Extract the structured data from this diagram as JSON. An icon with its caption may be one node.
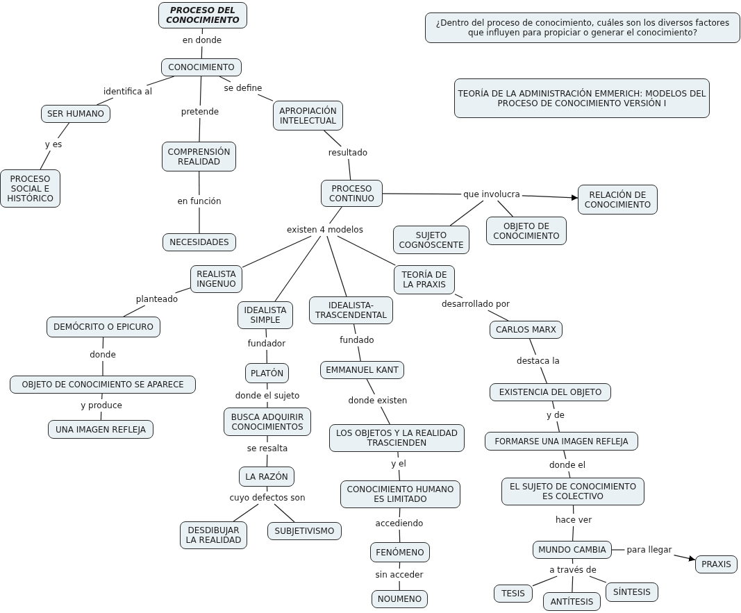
{
  "diagram": {
    "nodes": [
      {
        "text": [
          "PROCESO DEL CONOCIMIENTO"
        ]
      },
      {
        "text": [
          "en donde"
        ]
      },
      {
        "text": [
          "CONOCIMIENTO"
        ]
      },
      {
        "text": [
          "identifica al"
        ]
      },
      {
        "text": [
          "se define"
        ]
      },
      {
        "text": [
          "pretende"
        ]
      },
      {
        "text": [
          "SER HUMANO"
        ]
      },
      {
        "text": [
          "APROPIACIÓN INTELECTUAL"
        ]
      },
      {
        "text": [
          "y es"
        ]
      },
      {
        "text": [
          "COMPRENSIÓN REALIDAD"
        ]
      },
      {
        "text": [
          "resultado"
        ]
      },
      {
        "text": [
          "PROCESO SOCIAL E HISTÓRICO"
        ]
      },
      {
        "text": [
          "PROCESO CONTINUO"
        ]
      },
      {
        "text": [
          "en función"
        ]
      },
      {
        "text": [
          "que involucra"
        ]
      },
      {
        "text": [
          "RELACIÓN DE CONOCIMIENTO"
        ]
      },
      {
        "text": [
          "existen 4 modelos"
        ]
      },
      {
        "text": [
          "SUJETO COGNOSCENTE"
        ]
      },
      {
        "text": [
          "OBJETO DE CONOCIMIENTO"
        ]
      },
      {
        "text": [
          "NECESIDADES"
        ]
      },
      {
        "text": [
          "REALISTA INGENUO"
        ]
      },
      {
        "text": [
          "TEORÍA DE LA PRAXIS"
        ]
      },
      {
        "text": [
          "planteado"
        ]
      },
      {
        "text": [
          "IDEALISTA SIMPLE"
        ]
      },
      {
        "text": [
          "IDEALISTA- TRASCENDENTAL"
        ]
      },
      {
        "text": [
          "desarrollado por"
        ]
      },
      {
        "text": [
          "DEMÓCRITO O EPICURO"
        ]
      },
      {
        "text": [
          "CARLOS MARX"
        ]
      },
      {
        "text": [
          "fundador"
        ]
      },
      {
        "text": [
          "fundado"
        ]
      },
      {
        "text": [
          "donde"
        ]
      },
      {
        "text": [
          "destaca la"
        ]
      },
      {
        "text": [
          "PLATÓN"
        ]
      },
      {
        "text": [
          "EMMANUEL KANT"
        ]
      },
      {
        "text": [
          "OBJETO DE CONOCIMIENTO SE APARECE"
        ]
      },
      {
        "text": [
          "EXISTENCIA DEL OBJETO"
        ]
      },
      {
        "text": [
          "donde el sujeto"
        ]
      },
      {
        "text": [
          "donde existen"
        ]
      },
      {
        "text": [
          "y produce"
        ]
      },
      {
        "text": [
          "BUSCA ADQUIRIR CONOCIMIENTOS"
        ]
      },
      {
        "text": [
          "y de"
        ]
      },
      {
        "text": [
          "LOS OBJETOS Y LA REALIDAD TRASCIENDEN"
        ]
      },
      {
        "text": [
          "UNA IMAGEN REFLEJA"
        ]
      },
      {
        "text": [
          "FORMARSE UNA IMAGEN REFLEJA"
        ]
      },
      {
        "text": [
          "se resalta"
        ]
      },
      {
        "text": [
          "y el"
        ]
      },
      {
        "text": [
          "donde el"
        ]
      },
      {
        "text": [
          "LA RAZÓN"
        ]
      },
      {
        "text": [
          "CONOCIMIENTO HUMANO ES LIMITADO"
        ]
      },
      {
        "text": [
          "EL SUJETO DE CONOCIMIENTO ES COLECTIVO"
        ]
      },
      {
        "text": [
          "cuyo defectos son"
        ]
      },
      {
        "text": [
          "DESDIBUJAR LA REALIDAD"
        ]
      },
      {
        "text": [
          "SUBJETIVISMO"
        ]
      },
      {
        "text": [
          "accediendo"
        ]
      },
      {
        "text": [
          "hace ver"
        ]
      },
      {
        "text": [
          "MUNDO CAMBIA"
        ]
      },
      {
        "text": [
          "para llegar"
        ]
      },
      {
        "text": [
          "FENÓMENO"
        ]
      },
      {
        "text": [
          "PRAXIS"
        ]
      },
      {
        "text": [
          "a través de"
        ]
      },
      {
        "text": [
          "sin acceder"
        ]
      },
      {
        "text": [
          "TESIS"
        ]
      },
      {
        "text": [
          "SÍNTESIS"
        ]
      },
      {
        "text": [
          "ANTÍTESIS"
        ]
      },
      {
        "text": [
          "NOUMENO"
        ]
      },
      {
        "text": [
          "¿Dentro del proceso de conocimiento, cuáles son los diversos factores que influyen para propiciar o generar el conocimiento?"
        ]
      },
      {
        "text": [
          "TEORÍA DE LA ADMINISTRACIÓN EMMERICH: MODELOS DEL PROCESO DE CONOCIMIENTO VERSIÓN I"
        ]
      }
    ],
    "edges": [
      {
        "from": 0,
        "to": 1,
        "arrow": "none"
      },
      {
        "from": 1,
        "to": 2,
        "arrow": "none"
      },
      {
        "from": 2,
        "to": 3,
        "arrow": "none"
      },
      {
        "from": 3,
        "to": 6,
        "arrow": "none"
      },
      {
        "from": 2,
        "to": 5,
        "arrow": "none"
      },
      {
        "from": 5,
        "to": 9,
        "arrow": "none"
      },
      {
        "from": 2,
        "to": 4,
        "arrow": "none"
      },
      {
        "from": 4,
        "to": 7,
        "arrow": "none"
      },
      {
        "from": 6,
        "to": 8,
        "arrow": "none"
      },
      {
        "from": 8,
        "to": 11,
        "arrow": "none"
      },
      {
        "from": 9,
        "to": 13,
        "arrow": "none"
      },
      {
        "from": 13,
        "to": 19,
        "arrow": "none"
      },
      {
        "from": 7,
        "to": 10,
        "arrow": "none"
      },
      {
        "from": 10,
        "to": 12,
        "arrow": "none"
      },
      {
        "from": 12,
        "to": 14,
        "arrow": "none"
      },
      {
        "from": 14,
        "to": 15,
        "arrow": "to"
      },
      {
        "from": 14,
        "to": 17,
        "arrow": "none"
      },
      {
        "from": 14,
        "to": 18,
        "arrow": "none"
      },
      {
        "from": 12,
        "to": 16,
        "arrow": "none"
      },
      {
        "from": 16,
        "to": 20,
        "arrow": "none"
      },
      {
        "from": 16,
        "to": 23,
        "arrow": "none"
      },
      {
        "from": 16,
        "to": 24,
        "arrow": "none"
      },
      {
        "from": 16,
        "to": 21,
        "arrow": "none"
      },
      {
        "from": 20,
        "to": 22,
        "arrow": "none"
      },
      {
        "from": 22,
        "to": 26,
        "arrow": "none"
      },
      {
        "from": 26,
        "to": 30,
        "arrow": "none"
      },
      {
        "from": 30,
        "to": 34,
        "arrow": "none"
      },
      {
        "from": 34,
        "to": 38,
        "arrow": "none"
      },
      {
        "from": 38,
        "to": 42,
        "arrow": "none"
      },
      {
        "from": 23,
        "to": 28,
        "arrow": "none"
      },
      {
        "from": 28,
        "to": 32,
        "arrow": "none"
      },
      {
        "from": 32,
        "to": 36,
        "arrow": "none"
      },
      {
        "from": 36,
        "to": 39,
        "arrow": "none"
      },
      {
        "from": 39,
        "to": 44,
        "arrow": "none"
      },
      {
        "from": 44,
        "to": 47,
        "arrow": "none"
      },
      {
        "from": 47,
        "to": 50,
        "arrow": "none"
      },
      {
        "from": 50,
        "to": 51,
        "arrow": "none"
      },
      {
        "from": 50,
        "to": 52,
        "arrow": "none"
      },
      {
        "from": 24,
        "to": 29,
        "arrow": "none"
      },
      {
        "from": 29,
        "to": 33,
        "arrow": "none"
      },
      {
        "from": 33,
        "to": 37,
        "arrow": "none"
      },
      {
        "from": 37,
        "to": 41,
        "arrow": "none"
      },
      {
        "from": 41,
        "to": 45,
        "arrow": "none"
      },
      {
        "from": 45,
        "to": 48,
        "arrow": "none"
      },
      {
        "from": 48,
        "to": 53,
        "arrow": "none"
      },
      {
        "from": 53,
        "to": 57,
        "arrow": "none"
      },
      {
        "from": 57,
        "to": 60,
        "arrow": "none"
      },
      {
        "from": 60,
        "to": 64,
        "arrow": "none"
      },
      {
        "from": 21,
        "to": 25,
        "arrow": "none"
      },
      {
        "from": 25,
        "to": 27,
        "arrow": "none"
      },
      {
        "from": 27,
        "to": 31,
        "arrow": "none"
      },
      {
        "from": 31,
        "to": 35,
        "arrow": "none"
      },
      {
        "from": 35,
        "to": 40,
        "arrow": "none"
      },
      {
        "from": 40,
        "to": 43,
        "arrow": "none"
      },
      {
        "from": 43,
        "to": 46,
        "arrow": "none"
      },
      {
        "from": 46,
        "to": 49,
        "arrow": "none"
      },
      {
        "from": 49,
        "to": 54,
        "arrow": "none"
      },
      {
        "from": 54,
        "to": 55,
        "arrow": "none"
      },
      {
        "from": 55,
        "to": 56,
        "arrow": "none"
      },
      {
        "from": 56,
        "to": 58,
        "arrow": "to"
      },
      {
        "from": 55,
        "to": 59,
        "arrow": "none"
      },
      {
        "from": 59,
        "to": 61,
        "arrow": "none"
      },
      {
        "from": 59,
        "to": 63,
        "arrow": "none"
      },
      {
        "from": 59,
        "to": 62,
        "arrow": "none"
      }
    ]
  }
}
